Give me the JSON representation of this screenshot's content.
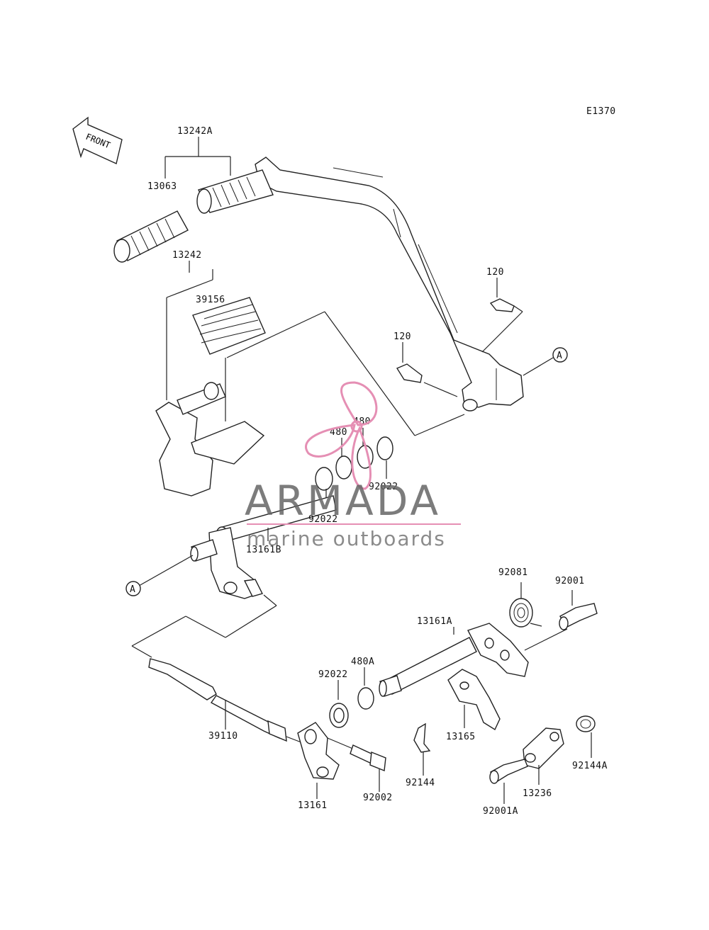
{
  "diagram_code": "E1370",
  "front_label": "FRONT",
  "callouts": {
    "a_top": "A",
    "a_left": "A"
  },
  "labels": {
    "p13242A": "13242A",
    "p13063": "13063",
    "p13242": "13242",
    "p39156": "39156",
    "p120_top": "120",
    "p120_mid": "120",
    "p480_left": "480",
    "p480_right": "480",
    "p92022_right": "92022",
    "p92022_left": "92022",
    "p13161B": "13161B",
    "p92081": "92081",
    "p92001": "92001",
    "p13161A": "13161A",
    "p480A": "480A",
    "p92022_low": "92022",
    "p13165": "13165",
    "p39110": "39110",
    "p92144": "92144",
    "p13161": "13161",
    "p92002": "92002",
    "p92001A": "92001A",
    "p13236": "13236",
    "p92144A": "92144A"
  },
  "watermark": {
    "brand": "ARMADA",
    "tagline": "marine outboards",
    "logo_color": "#e58fb4",
    "rule_color": "#e58fb4"
  }
}
